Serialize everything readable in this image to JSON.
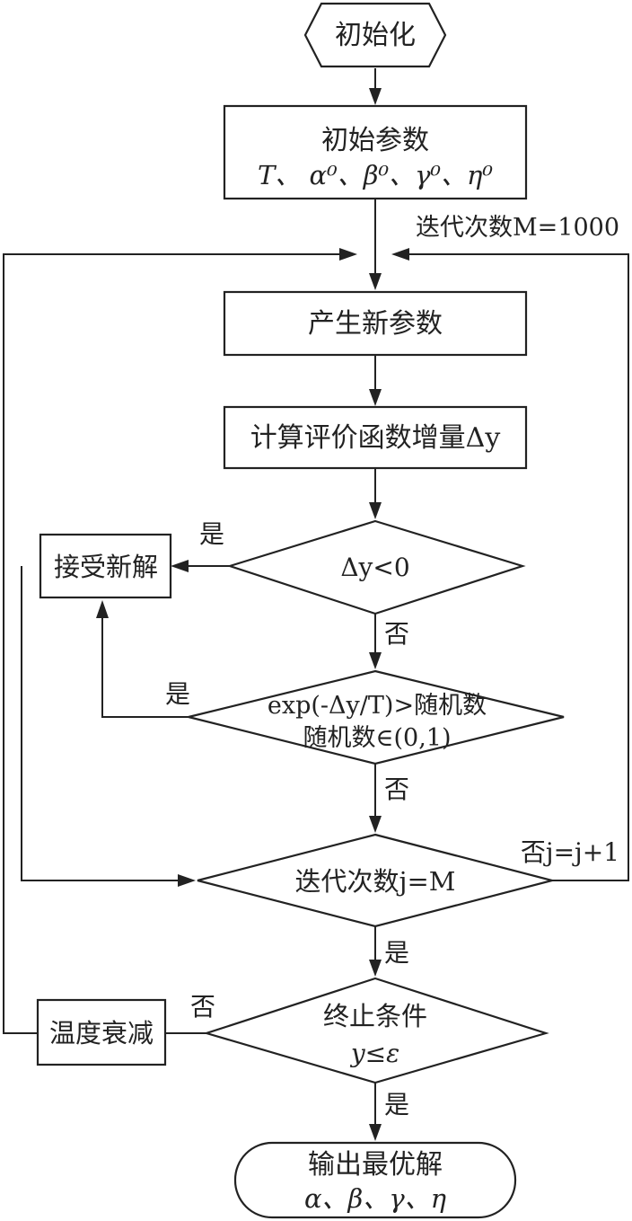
{
  "nodes": {
    "init": "初始化",
    "params_title": "初始参数",
    "params_list": "T、 α⁰、β⁰、γ⁰、η⁰",
    "generate": "产生新参数",
    "compute": "计算评价函数增量Δy",
    "accept": "接受新解",
    "cond1": "Δy<0",
    "cond2_line1": "exp(-Δy/T)>随机数",
    "cond2_line2": "随机数∈(0,1)",
    "cond3": "迭代次数j=M",
    "cond4_line1": "终止条件",
    "cond4_line2": "y≤ε",
    "cooling": "温度衰减",
    "output_line1": "输出最优解",
    "output_line2": "α、β、γ、η"
  },
  "labels": {
    "iterations": "迭代次数M=1000",
    "yes_1": "是",
    "no_1": "否",
    "yes_2": "是",
    "no_2": "否",
    "no_loop": "否j=j+1",
    "yes_3": "是",
    "no_3": "否",
    "yes_4": "是"
  }
}
